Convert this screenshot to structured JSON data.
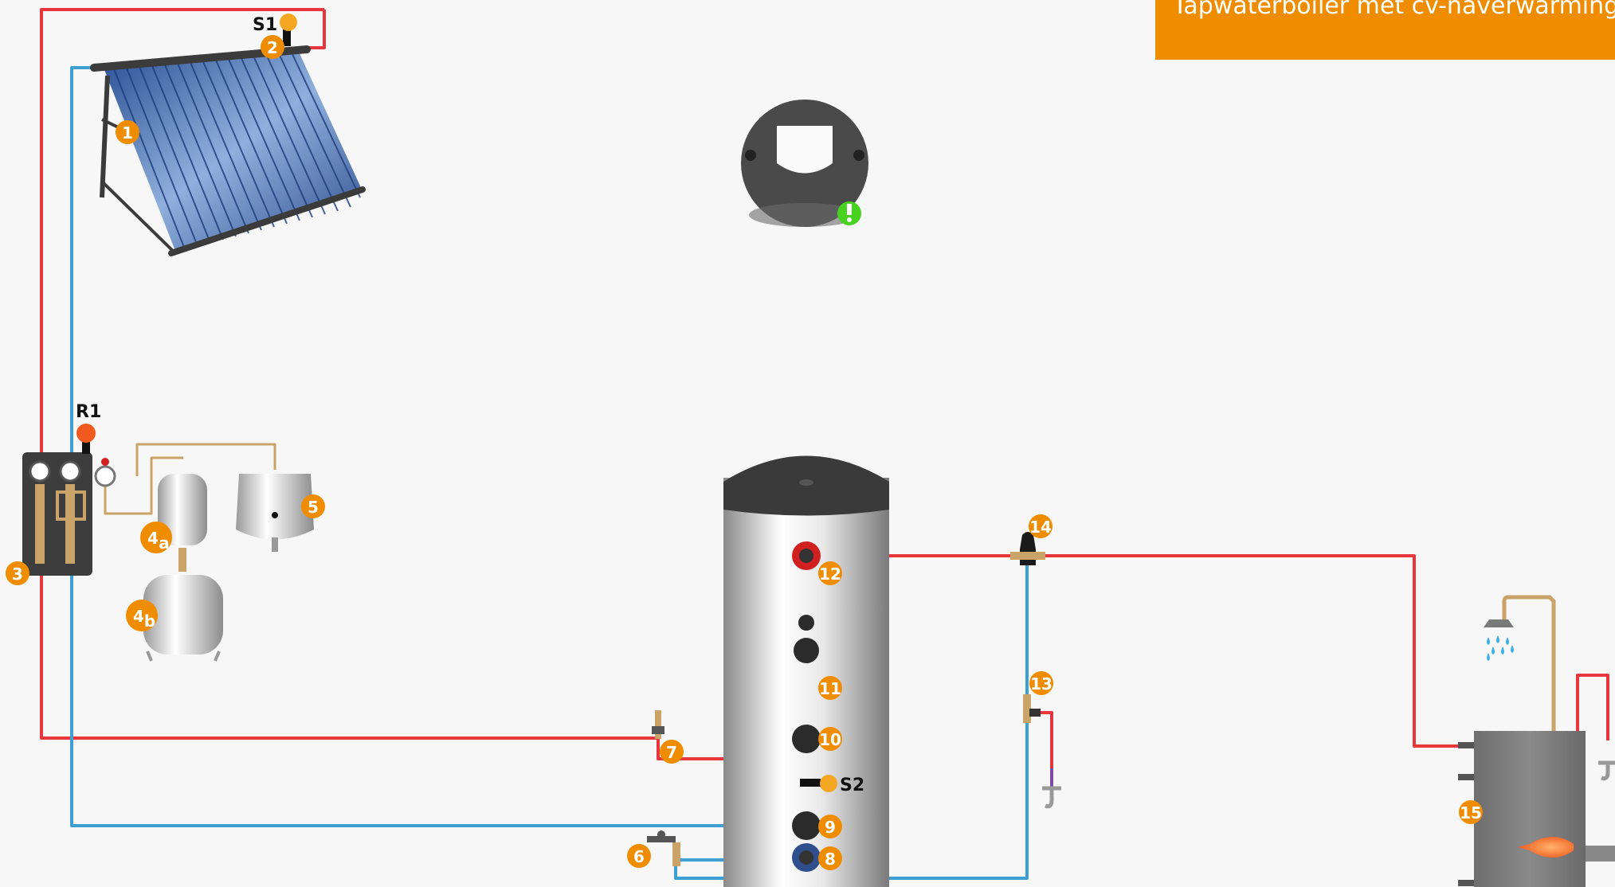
{
  "title": "Tapwaterboiler met cv-naverwarming",
  "sensors": {
    "s1": "S1",
    "s2": "S2",
    "r1": "R1"
  },
  "badges": {
    "b1": "1",
    "b2": "2",
    "b3": "3",
    "b4a_main": "4",
    "b4a_sub": "a",
    "b4b_main": "4",
    "b4b_sub": "b",
    "b5": "5",
    "b6": "6",
    "b7": "7",
    "b8": "8",
    "b9": "9",
    "b10": "10",
    "b11": "11",
    "b12": "12",
    "b13": "13",
    "b14": "14",
    "b15": "15"
  },
  "colors": {
    "accent": "#f08c00",
    "hot_pipe": "#e8363f",
    "cold_pipe": "#3f9fd2",
    "status_ok": "#46d21e"
  },
  "icons": {
    "controller": "controller-icon",
    "alert": "exclamation-icon",
    "shower": "shower-icon",
    "flame": "flame-icon"
  }
}
